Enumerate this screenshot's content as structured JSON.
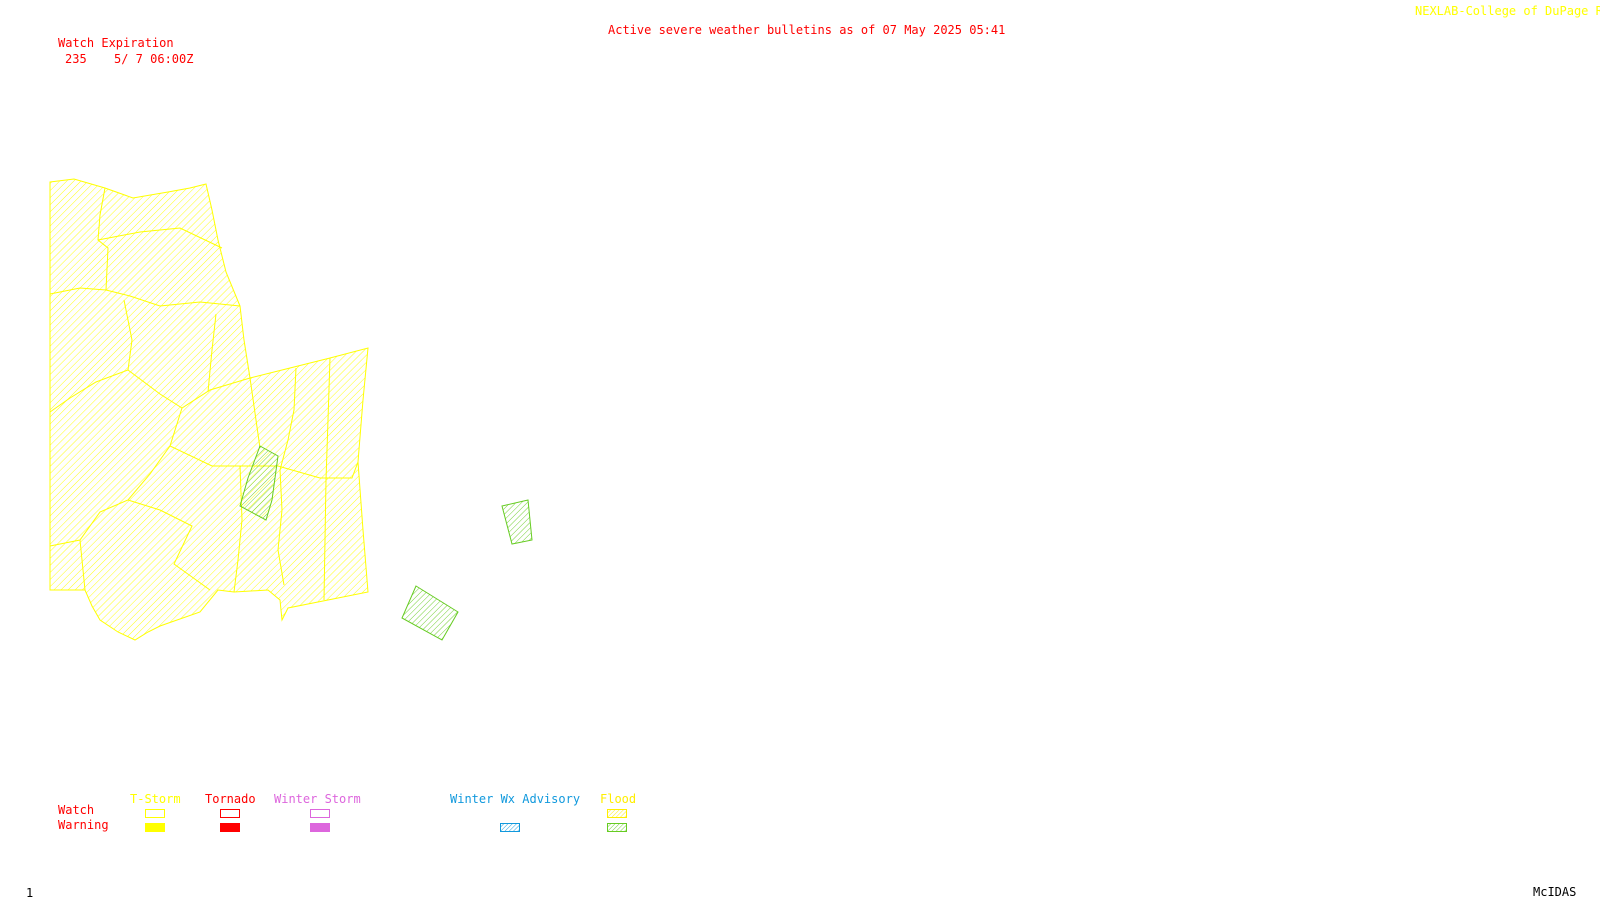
{
  "header": {
    "bulletin_title": "Active severe weather bulletins as of 07 May 2025 05:41",
    "credit": "NEXLAB-College of DuPage R"
  },
  "watch_table": {
    "heading": "Watch Expiration",
    "rows": [
      {
        "watch_number": "235",
        "expiration": "5/ 7 06:00Z"
      }
    ]
  },
  "legend": {
    "row_labels": {
      "watch": "Watch",
      "warning": "Warning"
    },
    "columns": [
      {
        "label": "T-Storm",
        "color": "#ffff00",
        "watch_style": "outline",
        "warning_style": "solid"
      },
      {
        "label": "Tornado",
        "color": "#ff0000",
        "watch_style": "outline",
        "warning_style": "solid"
      },
      {
        "label": "Winter Storm",
        "color": "#dd66dd",
        "watch_style": "outline",
        "warning_style": "solid"
      },
      {
        "label": "Winter Wx Advisory",
        "color": "#1199dd",
        "watch_style": "none",
        "warning_style": "hatched"
      },
      {
        "label": "Flood",
        "color": "#ffee00",
        "watch_style": "hatched",
        "warning_style": "hatched",
        "warning_color": "#66cc22"
      }
    ]
  },
  "footer": {
    "frame_number": "1",
    "software": "McIDAS"
  },
  "map": {
    "watch_color": "#ffff00",
    "flood_warning_color": "#66cc22"
  }
}
